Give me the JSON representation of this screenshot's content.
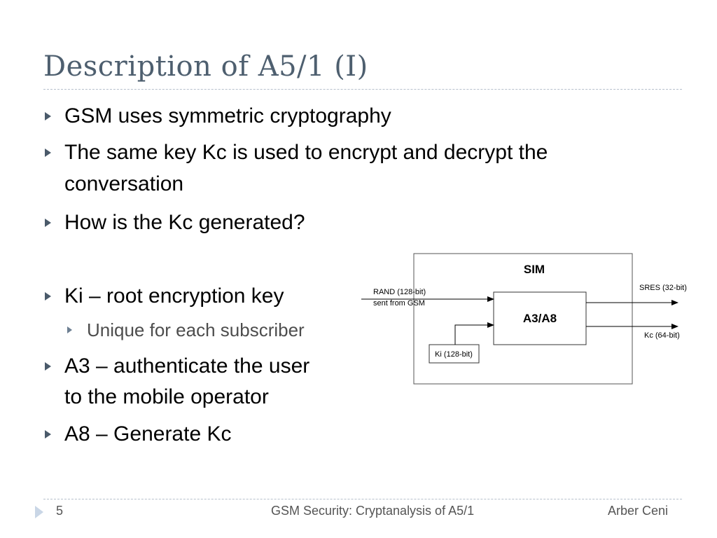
{
  "slide": {
    "title": "Description of A5/1 (I)",
    "bullets": [
      {
        "level": 1,
        "lines": [
          "GSM uses symmetric cryptography"
        ]
      },
      {
        "level": 1,
        "lines": [
          "The same key Kc is used to encrypt and decrypt the",
          "conversation"
        ]
      },
      {
        "level": 1,
        "lines": [
          "How is the Kc generated?"
        ]
      },
      {
        "level": 1,
        "lines": [
          "Ki – root encryption key"
        ]
      },
      {
        "level": 2,
        "lines": [
          "Unique for each subscriber"
        ]
      },
      {
        "level": 1,
        "lines": [
          "A3 – authenticate the user",
          "to the mobile operator"
        ]
      },
      {
        "level": 1,
        "lines": [
          "A8 – Generate Kc"
        ]
      }
    ]
  },
  "diagram": {
    "sim_label": "SIM",
    "algo_label": "A3/A8",
    "rand_line1": "RAND (128-bit)",
    "rand_line2": "sent from GSM",
    "ki_label": "Ki (128-bit)",
    "sres_label": "SRES (32-bit)",
    "kc_label": "Kc (64-bit)"
  },
  "footer": {
    "page_number": "5",
    "center_text": "GSM Security: Cryptanalysis of A5/1",
    "author": "Arber Ceni"
  },
  "colors": {
    "title": "#4e5f6f",
    "bullet_marker": "#4a5a6a",
    "footer_arrow": "#c9d6e6"
  }
}
